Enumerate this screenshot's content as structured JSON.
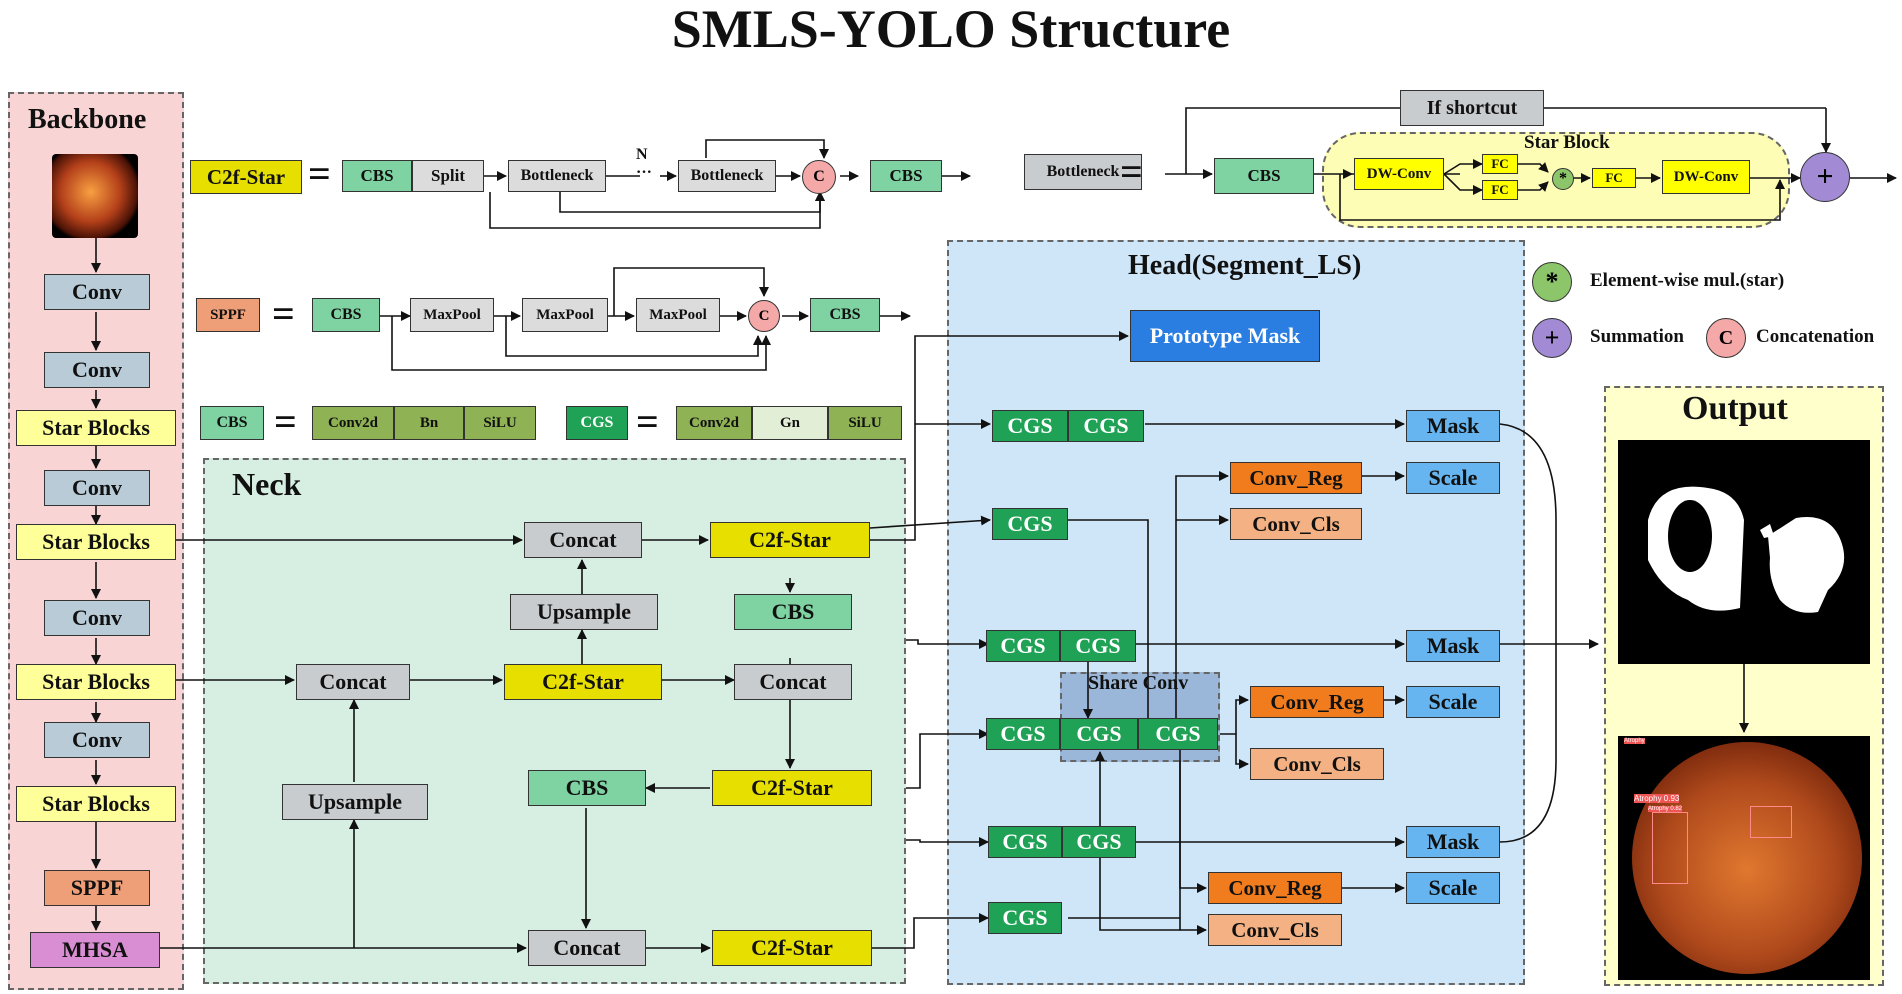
{
  "title": "SMLS-YOLO Structure",
  "panels": {
    "backbone": "Backbone",
    "neck": "Neck",
    "head": "Head(Segment_LS)",
    "output": "Output",
    "star_block": "Star Block",
    "share_conv": "Share Conv"
  },
  "backbone": {
    "conv": "Conv",
    "star_blocks": "Star Blocks",
    "sppf": "SPPF",
    "mhsa": "MHSA"
  },
  "defs": {
    "c2f_star": "C2f-Star",
    "sppf": "SPPF",
    "cbs": "CBS",
    "cgs": "CGS",
    "bottleneck": "Bottleneck",
    "split": "Split",
    "maxpool": "MaxPool",
    "conv2d": "Conv2d",
    "bn": "Bn",
    "gn": "Gn",
    "silu": "SiLU",
    "n": "N",
    "dots": "···",
    "eq": "=",
    "c": "C",
    "if_shortcut": "If shortcut",
    "dw_conv": "DW-Conv",
    "fc": "FC"
  },
  "neck": {
    "concat": "Concat",
    "upsample": "Upsample",
    "c2f_star": "C2f-Star",
    "cbs": "CBS"
  },
  "head": {
    "prototype_mask": "Prototype Mask",
    "cgs": "CGS",
    "mask": "Mask",
    "scale": "Scale",
    "conv_reg": "Conv_Reg",
    "conv_cls": "Conv_Cls"
  },
  "legend": {
    "star_symbol": "*",
    "star_text": "Element-wise mul.(star)",
    "plus_symbol": "+",
    "plus_text": "Summation",
    "c_symbol": "C",
    "c_text": "Concatenation"
  },
  "output_detections": {
    "label_1": "Atrophy 0.93",
    "label_2": "Atrophy 0.82",
    "label_3": "Atrophy"
  },
  "colors": {
    "backbone_bg": "#f9d4d4",
    "neck_bg": "#d7efe2",
    "head_bg": "#cfe6f8",
    "output_bg": "#ffffcc",
    "cgs": "#1fa255",
    "c2f_star": "#e6df00"
  }
}
